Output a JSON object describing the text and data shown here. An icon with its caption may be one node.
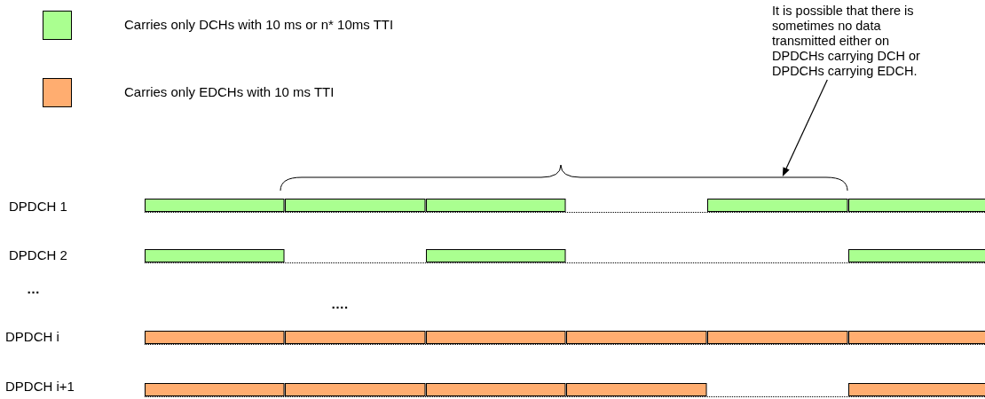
{
  "diagram": {
    "nodes": [
      {
        "text": [
          "It is possible that there is sometimes no data transmitted either on DPDCHs carrying DCH or DPDCHs carrying EDCH."
        ]
      },
      {
        "text": [],
        "shape": "brace"
      }
    ],
    "edges": [
      {
        "from": 0,
        "to": 1,
        "arrow": "to"
      }
    ],
    "labels": [
      "DPDCH 1",
      "DPDCH 2",
      "…",
      "….",
      "DPDCH i",
      "DPDCH i+1"
    ],
    "legend": [
      {
        "text": "Carries only DCHs with 10 ms or n* 10ms TTI",
        "color": "#aaff90"
      },
      {
        "text": "Carries only EDCHs with 10 ms TTI",
        "color": "#ffad70"
      }
    ]
  }
}
